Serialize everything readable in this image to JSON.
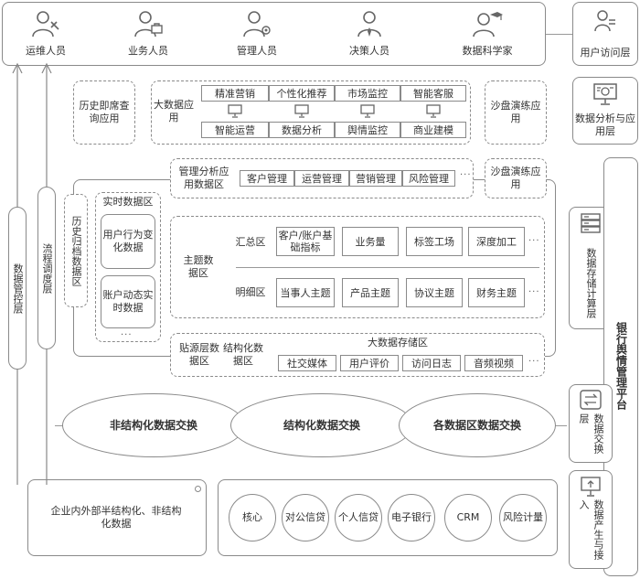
{
  "users": {
    "items": [
      {
        "label": "运维人员",
        "icon": "person-wrench-icon"
      },
      {
        "label": "业务人员",
        "icon": "person-briefcase-icon"
      },
      {
        "label": "管理人员",
        "icon": "person-gear-icon"
      },
      {
        "label": "决策人员",
        "icon": "person-tie-icon"
      },
      {
        "label": "数据科学家",
        "icon": "person-graduate-icon"
      }
    ]
  },
  "right_layers": {
    "user_access": "用户访问层",
    "analysis_app": "数据分析与应用层",
    "platform": "银行舆情管理平台",
    "storage": "数据存储计算层",
    "exchange": "数据交换层",
    "ingest": "数据产生与接入"
  },
  "left_layers": {
    "data_control": "数据管控层",
    "process_scheduling": "流程调度层"
  },
  "app_layer": {
    "history_query": "历史即席查询应用",
    "bigdata_app": "大数据应用",
    "top_row": [
      "精准营销",
      "个性化推荐",
      "市场监控",
      "智能客服"
    ],
    "bottom_row": [
      "智能运营",
      "数据分析",
      "舆情监控",
      "商业建模"
    ],
    "sandbox": "沙盘演练应用"
  },
  "storage_layer": {
    "mgmt_zone": "管理分析应用数据区",
    "mgmt_items": [
      "客户管理",
      "运营管理",
      "营销管理",
      "风险管理"
    ],
    "sandbox": "沙盘演练应用",
    "history_archive": "历史归档数据区",
    "realtime_zone": "实时数据区",
    "realtime_items": [
      "用户行为变化数据",
      "账户动态实时数据"
    ],
    "subject_zone": "主题数据区",
    "summary_zone": "汇总区",
    "summary_items": [
      "客户/账户基础指标",
      "业务量",
      "标签工场",
      "深度加工"
    ],
    "detail_zone": "明细区",
    "detail_items": [
      "当事人主题",
      "产品主题",
      "协议主题",
      "财务主题"
    ],
    "source_zone": "贴源层数据区",
    "structured_zone": "结构化数据区",
    "bigdata_storage": "大数据存储区",
    "bigdata_items": [
      "社交媒体",
      "用户评价",
      "访问日志",
      "音频视频"
    ],
    "ellipsis": "···"
  },
  "exchange_layer": {
    "items": [
      "非结构化数据交换",
      "结构化数据交换",
      "各数据区数据交换"
    ]
  },
  "ingest_layer": {
    "enterprise": "企业内外部半结构化、非结构化数据",
    "sources": [
      "核心",
      "对公信贷",
      "个人信贷",
      "电子银行",
      "CRM",
      "风险计量"
    ]
  }
}
